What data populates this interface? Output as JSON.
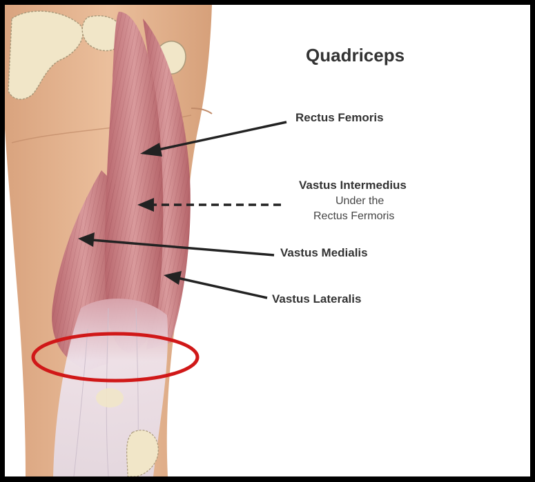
{
  "diagram": {
    "title": "Quadriceps",
    "labels": {
      "rectus_femoris": "Rectus Femoris",
      "vastus_intermedius": "Vastus Intermedius",
      "vastus_intermedius_note_line1": "Under the",
      "vastus_intermedius_note_line2": "Rectus Fermoris",
      "vastus_medialis": "Vastus Medialis",
      "vastus_lateralis": "Vastus Lateralis"
    },
    "colors": {
      "frame": "#000000",
      "skin": "#e8b995",
      "muscle": "#c97d82",
      "tendon": "#e9dde6",
      "bone": "#f1e6c8",
      "highlight_circle": "#d01818",
      "arrow": "#222222"
    }
  }
}
